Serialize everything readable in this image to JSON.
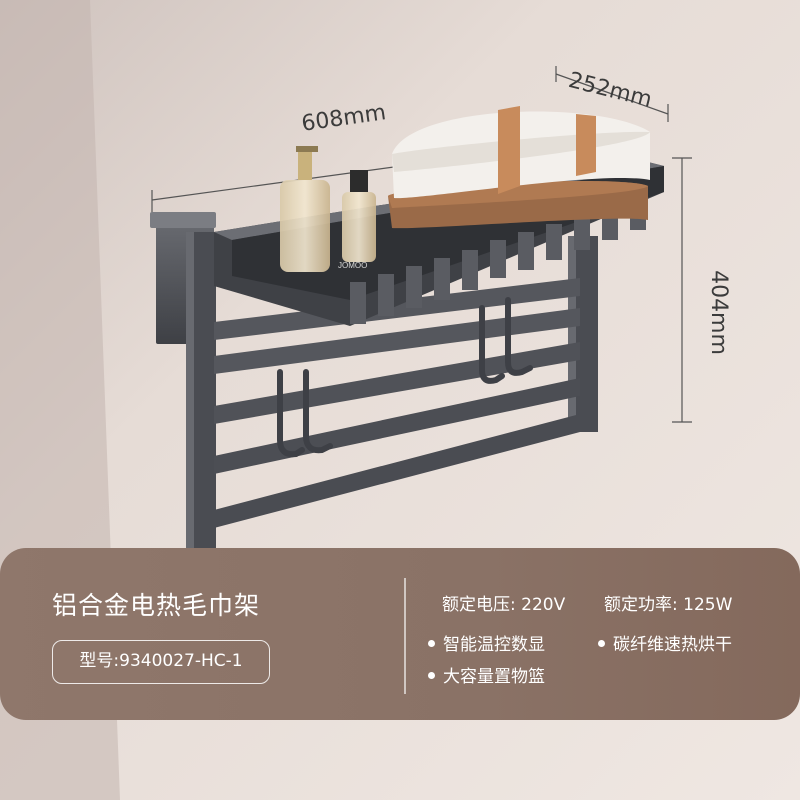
{
  "dimensions": {
    "width": "608mm",
    "depth": "252mm",
    "height": "404mm"
  },
  "product": {
    "title": "铝合金电热毛巾架",
    "model": "型号:9340027-HC-1",
    "brand_mark": "JOMOO"
  },
  "specs": {
    "voltage": "额定电压: 220V",
    "power": "额定功率: 125W"
  },
  "features": [
    "智能温控数显",
    "碳纤维速热烘干",
    "大容量置物篮"
  ],
  "colors": {
    "wall": "#e9dfd9",
    "rack": "#4a4c52",
    "panel": "#8a7266",
    "towel_white": "#f3f0ec",
    "towel_brown": "#b07a52"
  }
}
